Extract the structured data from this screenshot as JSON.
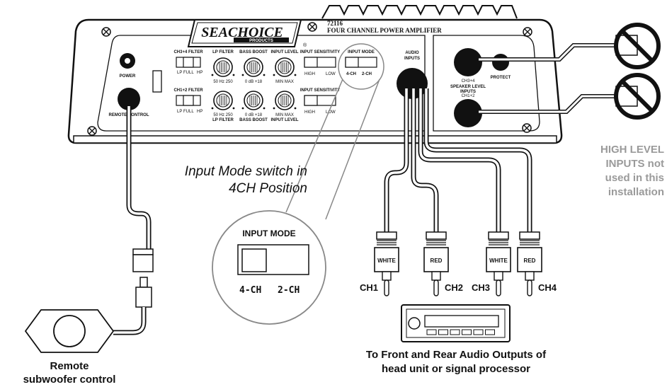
{
  "amp": {
    "brand": "SEACHOICE",
    "brand_sub": "PRODUCTS",
    "model": "72116",
    "name": "FOUR CHANNEL POWER AMPLIFIER",
    "power": "POWER",
    "remote_control": "REMOTE CONTROL",
    "ch34_filter": "CH3+4 FILTER",
    "ch12_filter": "CH1+2 FILTER",
    "filter_lp": "LP",
    "filter_full": "FULL",
    "filter_hp": "HP",
    "lp_filter": "LP FILTER",
    "lp_scale": "50   Hz   250",
    "bass_boost": "BASS BOOST",
    "bass_scale": "0   dB   +18",
    "input_level": "INPUT LEVEL",
    "level_scale": "MIN      MAX",
    "input_sensitivity": "INPUT SENSITIVITY",
    "sens_high": "HIGH",
    "sens_low": "LOW",
    "input_mode": "INPUT MODE",
    "mode_4ch": "4-CH",
    "mode_2ch": "2-CH",
    "audio_inputs": "AUDIO INPUTS",
    "ch34": "CH3+4",
    "speaker_level_inputs": "SPEAKER LEVEL INPUTS",
    "ch12": "CH1+2",
    "protect": "PROTECT"
  },
  "callout": {
    "caption_line1": "Input Mode switch in",
    "caption_line2": "4CH Position",
    "title": "INPUT MODE",
    "opt_4ch": "4-CH",
    "opt_2ch": "2-CH"
  },
  "rca": {
    "plugs": [
      "WHITE",
      "RED",
      "WHITE",
      "RED"
    ],
    "channels": [
      "CH1",
      "CH2",
      "CH3",
      "CH4"
    ]
  },
  "high_level_note": [
    "HIGH LEVEL",
    "INPUTS not",
    "used in this",
    "installation"
  ],
  "head_unit_caption": [
    "To Front and Rear Audio Outputs of",
    "head unit or signal processor"
  ],
  "remote_caption": [
    "Remote",
    "subwoofer control"
  ],
  "colors": {
    "line": "#111111",
    "note_gray": "#9a9a9a"
  }
}
